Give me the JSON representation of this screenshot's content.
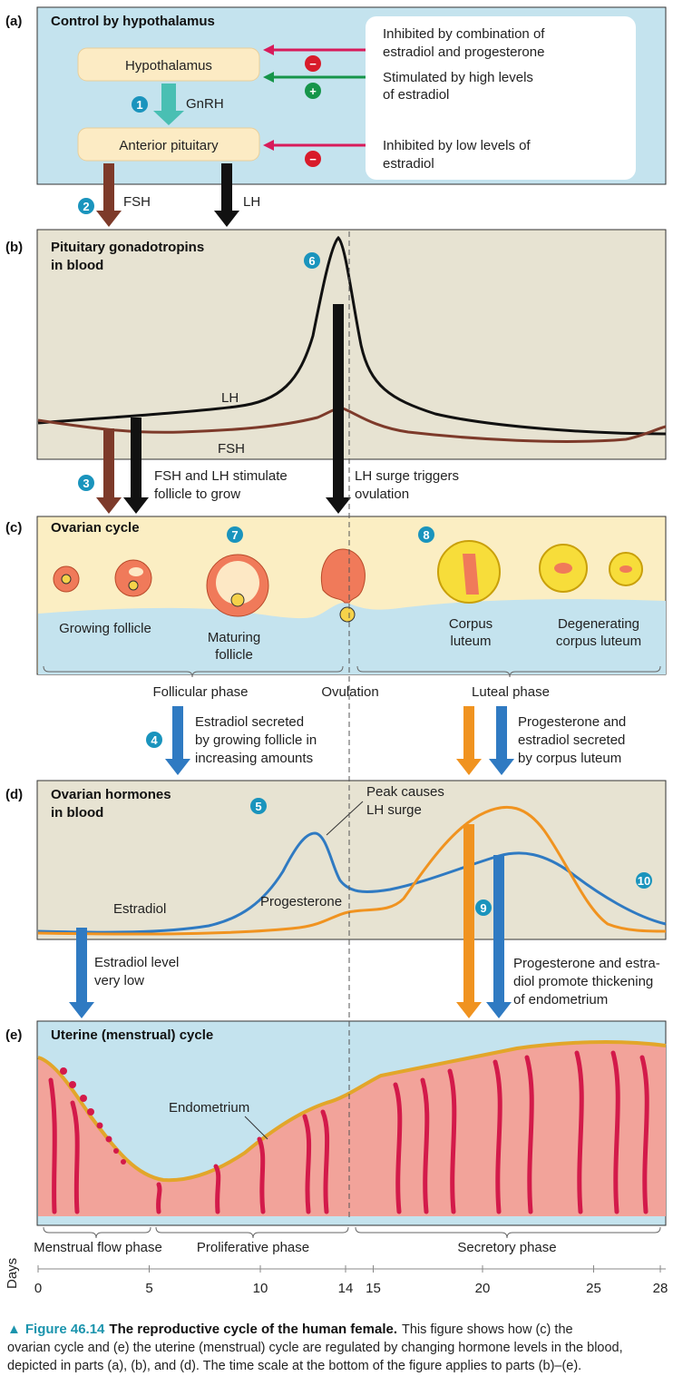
{
  "panel_a": {
    "tag": "(a)",
    "title": "Control by hypothalamus",
    "hypothalamus": "Hypothalamus",
    "gnrh": "GnRH",
    "anterior_pituitary": "Anterior pituitary",
    "note1_l1": "Inhibited by combination of",
    "note1_l2": "estradiol and progesterone",
    "note2_l1": "Stimulated by high levels",
    "note2_l2": "of estradiol",
    "note3_l1": "Inhibited by low levels of",
    "note3_l2": "estradiol",
    "minus": "−",
    "plus": "+",
    "fsh": "FSH",
    "lh": "LH"
  },
  "steps": [
    "1",
    "2",
    "3",
    "4",
    "5",
    "6",
    "7",
    "8",
    "9",
    "10"
  ],
  "panel_b": {
    "tag": "(b)",
    "title_l1": "Pituitary gonadotropins",
    "title_l2": "in blood",
    "lh": "LH",
    "fsh": "FSH",
    "note_left_l1": "FSH and LH stimulate",
    "note_left_l2": "follicle to grow",
    "note_right_l1": "LH surge triggers",
    "note_right_l2": "ovulation"
  },
  "panel_c": {
    "tag": "(c)",
    "title": "Ovarian cycle",
    "growing": "Growing follicle",
    "maturing_l1": "Maturing",
    "maturing_l2": "follicle",
    "corpus_l1": "Corpus",
    "corpus_l2": "luteum",
    "degen_l1": "Degenerating",
    "degen_l2": "corpus luteum",
    "follicular": "Follicular phase",
    "ovulation": "Ovulation",
    "luteal": "Luteal phase",
    "estradiol_note_l1": "Estradiol secreted",
    "estradiol_note_l2": "by growing follicle in",
    "estradiol_note_l3": "increasing amounts",
    "prog_note_l1": "Progesterone and",
    "prog_note_l2": "estradiol secreted",
    "prog_note_l3": "by corpus luteum"
  },
  "panel_d": {
    "tag": "(d)",
    "title_l1": "Ovarian hormones",
    "title_l2": "in blood",
    "peak_l1": "Peak causes",
    "peak_l2": "LH surge",
    "estradiol": "Estradiol",
    "progesterone": "Progesterone",
    "low_l1": "Estradiol level",
    "low_l2": "very low",
    "thick_l1": "Progesterone and estra-",
    "thick_l2": "diol promote thickening",
    "thick_l3": "of endometrium"
  },
  "panel_e": {
    "tag": "(e)",
    "title": "Uterine (menstrual) cycle",
    "endometrium": "Endometrium",
    "menstrual": "Menstrual flow phase",
    "proliferative": "Proliferative phase",
    "secretory": "Secretory phase"
  },
  "axis": {
    "label": "Days",
    "ticks": [
      "0",
      "5",
      "10",
      "14",
      "15",
      "20",
      "25",
      "28"
    ]
  },
  "caption": {
    "marker": "▲",
    "fig": "Figure 46.14",
    "title": "The reproductive cycle of the human female.",
    "text1": "This figure shows how (c) the",
    "text2": "ovarian cycle and (e) the uterine (menstrual) cycle are regulated by changing hormone levels in the blood,",
    "text3": "depicted in parts (a), (b), and (d). The time scale at the bottom of the figure applies to parts (b)–(e)."
  },
  "colors": {
    "blue_panel": "#c4e3ee",
    "tan_panel": "#e7e3d2",
    "yellow_panel": "#fbeec3",
    "lh": "#111111",
    "fsh": "#7d3a2a",
    "estradiol": "#2f7ac2",
    "progesterone": "#f09320",
    "tissue": "#f2a39a",
    "vessel": "#d31a4a",
    "step_circle": "#1a94bd"
  }
}
